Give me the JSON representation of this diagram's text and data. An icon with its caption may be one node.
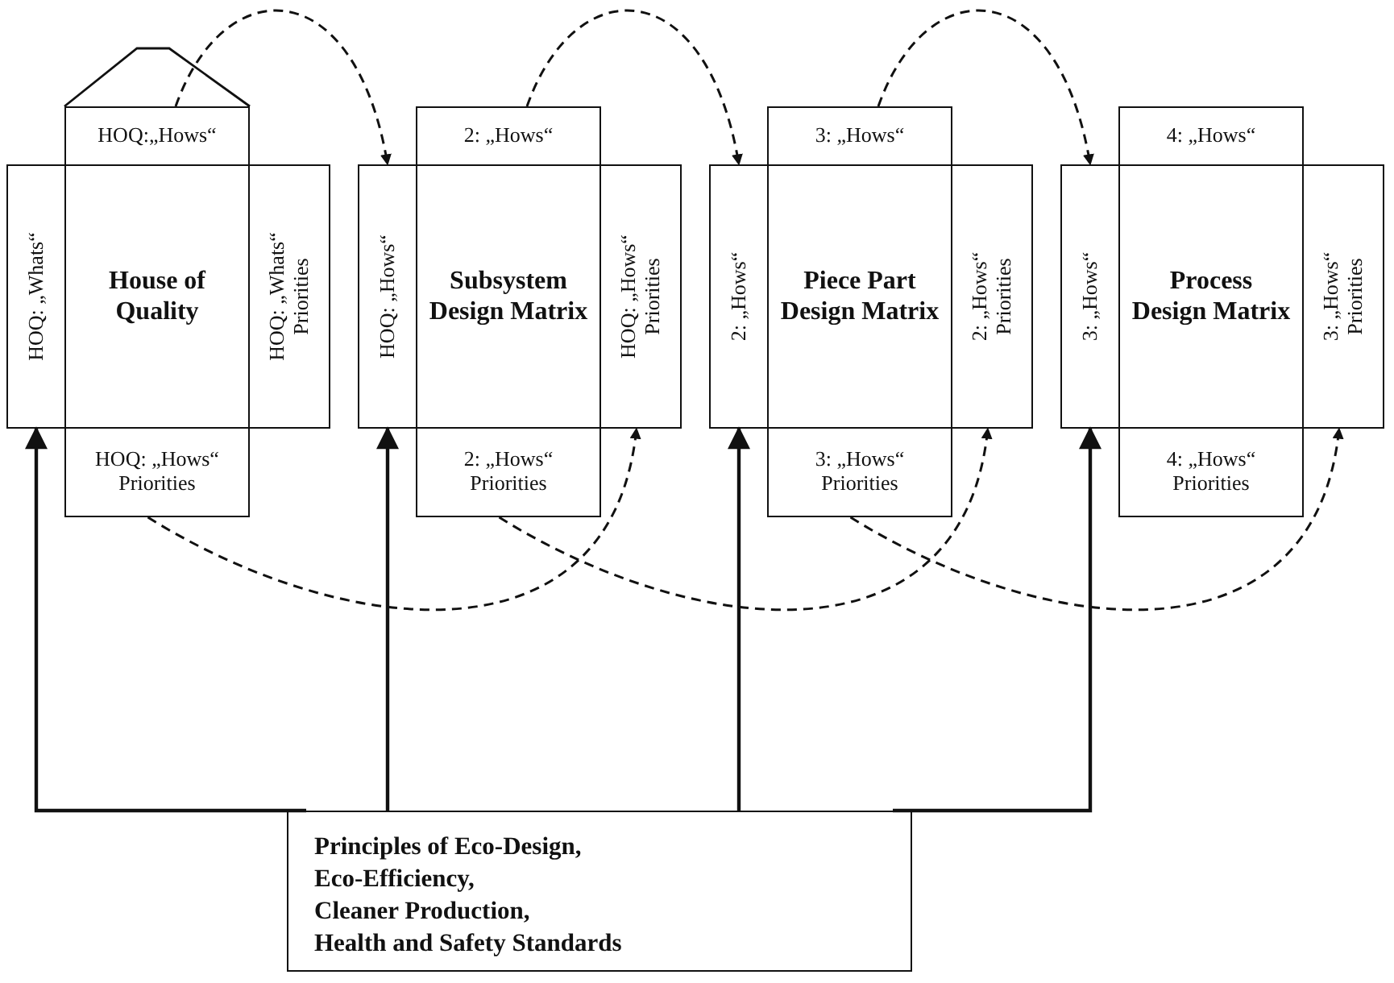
{
  "diagram": {
    "nodes": [
      {
        "text": [
          "HOQ:„Hows“"
        ]
      },
      {
        "text": [
          "HOQ: „Whats“"
        ]
      },
      {
        "text": [
          "House of Quality"
        ]
      },
      {
        "text": [
          "HOQ: „Whats“ Priorities"
        ]
      },
      {
        "text": [
          "HOQ: „Hows“ Priorities"
        ]
      },
      {
        "text": [
          "2: „Hows“"
        ]
      },
      {
        "text": [
          "HOQ: „Hows“"
        ]
      },
      {
        "text": [
          "Subsystem Design Matrix"
        ]
      },
      {
        "text": [
          "HOQ: „Hows“ Priorities"
        ]
      },
      {
        "text": [
          "2: „Hows“ Priorities"
        ]
      },
      {
        "text": [
          "3: „Hows“"
        ]
      },
      {
        "text": [
          "2: „Hows“"
        ]
      },
      {
        "text": [
          "Piece Part Design Matrix"
        ]
      },
      {
        "text": [
          "2: „Hows“ Priorities"
        ]
      },
      {
        "text": [
          "3: „Hows“ Priorities"
        ]
      },
      {
        "text": [
          "4: „Hows“"
        ]
      },
      {
        "text": [
          "3: „Hows“"
        ]
      },
      {
        "text": [
          "Process Design Matrix"
        ]
      },
      {
        "text": [
          "3: „Hows“ Priorities"
        ]
      },
      {
        "text": [
          "4: „Hows“ Priorities"
        ]
      },
      {
        "text": [
          "Principles of Eco-Design,",
          "Eco-Efficiency,",
          "Cleaner Production,",
          "Health and Safety Standards"
        ]
      }
    ],
    "edges": [
      {
        "from": 0,
        "to": 6,
        "arrow": "to",
        "style": "dashed"
      },
      {
        "from": 5,
        "to": 11,
        "arrow": "to",
        "style": "dashed"
      },
      {
        "from": 10,
        "to": 16,
        "arrow": "to",
        "style": "dashed"
      },
      {
        "from": 4,
        "to": 8,
        "arrow": "to",
        "style": "dashed"
      },
      {
        "from": 9,
        "to": 13,
        "arrow": "to",
        "style": "dashed"
      },
      {
        "from": 14,
        "to": 18,
        "arrow": "to",
        "style": "dashed"
      },
      {
        "from": 20,
        "to": 1,
        "arrow": "to"
      },
      {
        "from": 20,
        "to": 6,
        "arrow": "to"
      },
      {
        "from": 20,
        "to": 11,
        "arrow": "to"
      },
      {
        "from": 20,
        "to": 16,
        "arrow": "to"
      }
    ]
  }
}
